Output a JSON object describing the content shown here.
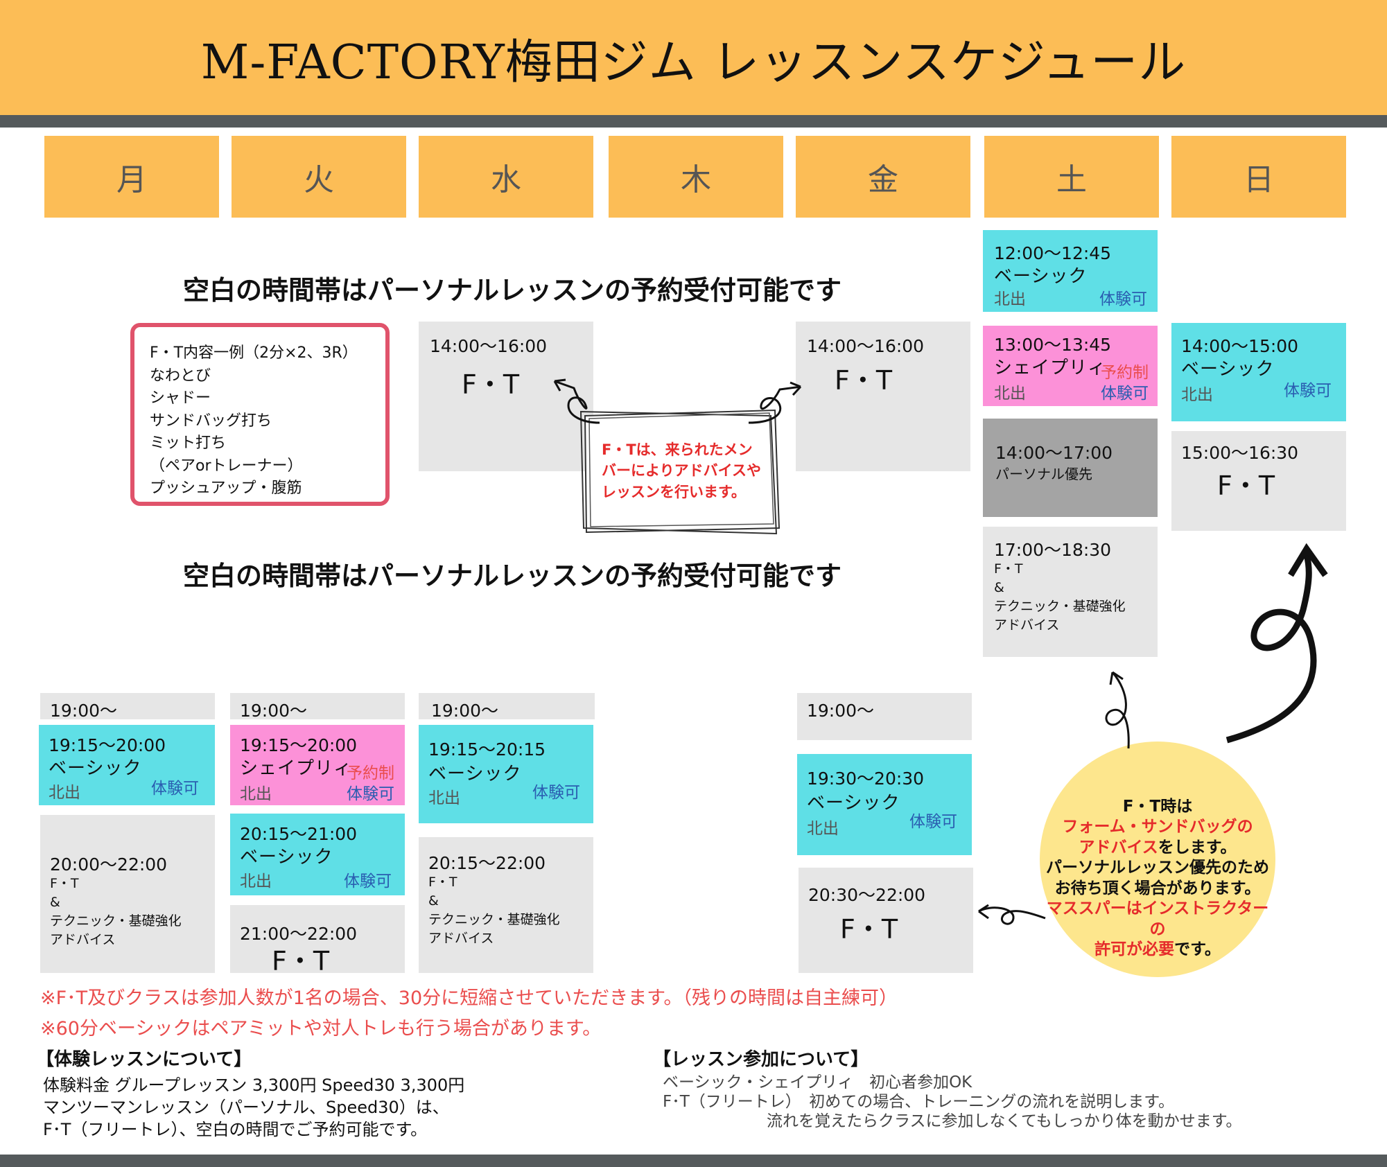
{
  "title": "M-FACTORY梅田ジム レッスンスケジュール",
  "days": [
    "月",
    "火",
    "水",
    "木",
    "金",
    "土",
    "日"
  ],
  "notice": "空白の時間帯はパーソナルレッスンの予約受付可能です",
  "ft_example": {
    "lines": [
      "F・T内容一例（2分×2、3R）",
      "なわとび",
      "シャドー",
      "サンドバッグ打ち",
      "ミット打ち",
      "（ペアorトレーナー）",
      "プッシュアップ・腹筋"
    ]
  },
  "ft_note": [
    "F・Tは、来られたメン",
    "バーによりアドバイスや",
    "レッスンを行います。"
  ],
  "labels": {
    "basic": "ベーシック",
    "shape": "シェイプリィ",
    "instructor": "北出",
    "trial": "体験可",
    "reservation": "予約制",
    "ft": "F・T",
    "amp": "&",
    "technique": "テクニック・基礎強化",
    "advice": "アドバイス",
    "personal_priority": "パーソナル優先"
  },
  "times": {
    "sat_1200": "12:00〜12:45",
    "sat_1300": "13:00〜13:45",
    "sat_1400": "14:00〜17:00",
    "sat_1700": "17:00〜18:30",
    "sun_1400": "14:00〜15:00",
    "sun_1500": "15:00〜16:30",
    "wed_1400": "14:00〜16:00",
    "fri_1400": "14:00〜16:00",
    "mon_1900": "19:00〜",
    "mon_1915": "19:15〜20:00",
    "mon_2000": "20:00〜22:00",
    "tue_1900": "19:00〜",
    "tue_1915": "19:15〜20:00",
    "tue_2015": "20:15〜21:00",
    "tue_2100": "21:00〜22:00",
    "wed_1900": "19:00〜",
    "wed_1915": "19:15〜20:15",
    "wed_2015": "20:15〜22:00",
    "fri_1900": "19:00〜",
    "fri_1930": "19:30〜20:30",
    "fri_2030": "20:30〜22:00"
  },
  "circle": {
    "line1": "F・T時は",
    "line2_red": "フォーム・サンドバッグの",
    "line3_red": "アドバイス",
    "line3_black": "をします。",
    "line4": "パーソナルレッスン優先のため",
    "line5": "お待ち頂く場合があります。",
    "line6_red": "マススパーはインストラクターの",
    "line7_red": "許可が必要",
    "line7_black": "です。"
  },
  "notes": [
    "※F･T及びクラスは参加人数が1名の場合、30分に短縮させていただきます。（残りの時間は自主練可）",
    "※60分ベーシックはペアミットや対人トレも行う場合があります。"
  ],
  "trial_section": {
    "title": "【体験レッスンについて】",
    "lines": [
      "体験料金 グループレッスン 3,300円  Speed30 3,300円",
      "マンツーマンレッスン（パーソナル、Speed30）は、",
      "F･T（フリートレ）、空白の時間でご予約可能です。"
    ]
  },
  "lesson_section": {
    "title": "【レッスン参加について】",
    "lines": [
      "ベーシック・シェイプリィ　初心者参加OK",
      "F･T（フリートレ）　初めての場合、トレーニングの流れを説明します。",
      "流れを覚えたらクラスに参加しなくてもしっかり体を動かせます。"
    ]
  },
  "colors": {
    "header": "#fcbd56",
    "bar": "#555a5c",
    "cyan": "#5fdfe6",
    "pink": "#fc91d8",
    "gray": "#e6e6e6",
    "dark_gray": "#a4a4a4",
    "note_red": "#ea4d4d",
    "circle": "#fde68d"
  }
}
